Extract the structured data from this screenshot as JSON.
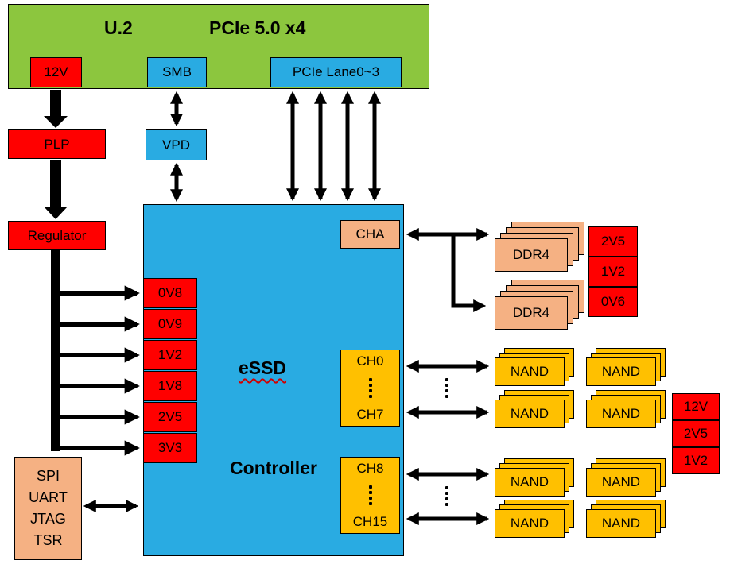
{
  "colors": {
    "host_green": "#8CC63E",
    "io_blue": "#29ABE2",
    "power_red": "#FF0000",
    "mem_peach": "#F5B183",
    "nand_orange": "#FFC000"
  },
  "host": {
    "name": "U.2",
    "bus": "PCIe 5.0 x4",
    "power_in": "12V",
    "smb": "SMB",
    "pcie_lanes": "PCIe Lane0~3"
  },
  "power": {
    "plp": "PLP",
    "regulator": "Regulator",
    "rails": [
      "0V8",
      "0V9",
      "1V2",
      "1V8",
      "2V5",
      "3V3"
    ]
  },
  "vpd": {
    "label": "VPD"
  },
  "controller": {
    "title_line1": "eSSD",
    "title_line2": "Controller",
    "cha": "CHA",
    "ch0": "CH0",
    "ch7": "CH7",
    "ch8": "CH8",
    "ch15": "CH15"
  },
  "dram": {
    "chip": "DDR4",
    "rails": [
      "2V5",
      "1V2",
      "0V6"
    ]
  },
  "nand": {
    "chip": "NAND",
    "rails": [
      "12V",
      "2V5",
      "1V2"
    ]
  },
  "debug": {
    "lines": [
      "SPI",
      "UART",
      "JTAG",
      "TSR"
    ]
  }
}
